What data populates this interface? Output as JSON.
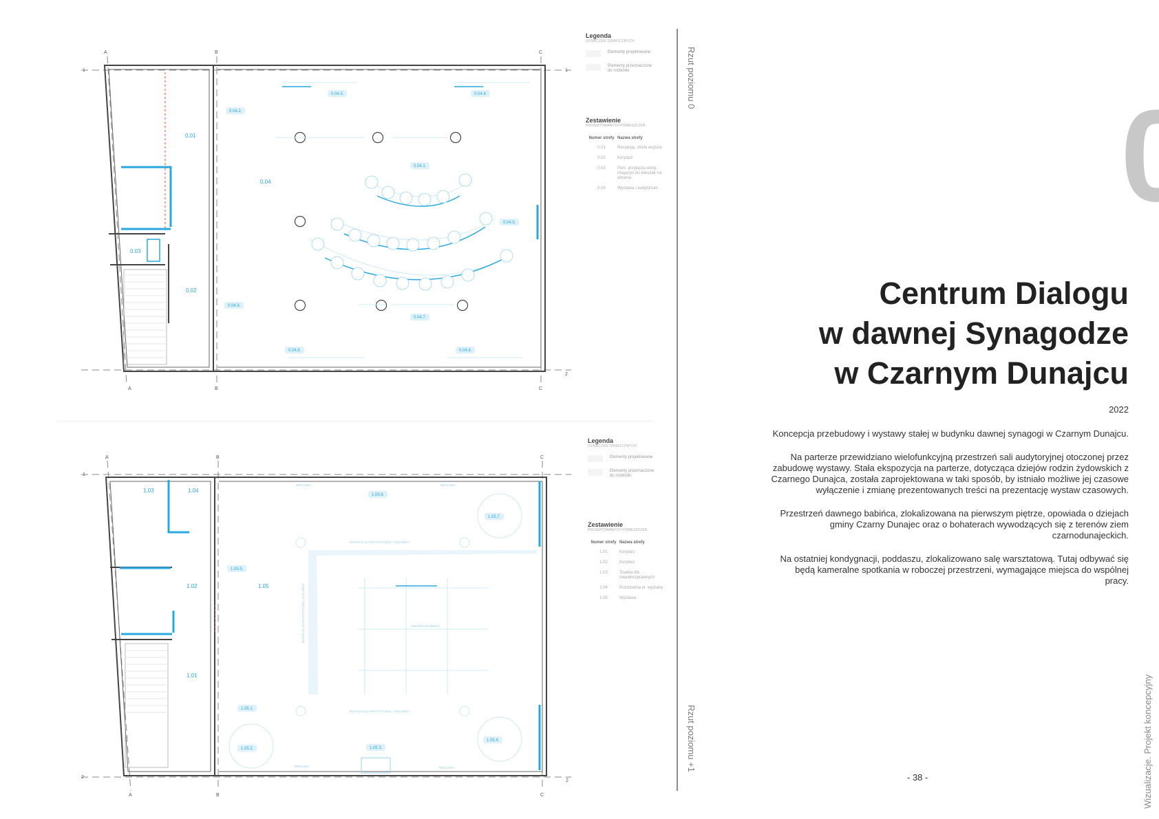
{
  "side_labels": {
    "level0": "Rzut poziomu 0",
    "level1": "Rzut poziomu +1",
    "footer": "Wizualizacje. Projekt koncepcyjny",
    "chapter": "0"
  },
  "title": {
    "line1": "Centrum Dialogu",
    "line2": "w dawnej Synagodze",
    "line3": "w Czarnym Dunajcu"
  },
  "year": "2022",
  "paragraphs": [
    "Koncepcja przebudowy i wystawy stałej w budynku dawnej synagogi w Czarnym Dunajcu.",
    "Na parterze przewidziano wielofunkcyjną przestrzeń sali audytoryjnej otoczonej przez zabudowę wystawy. Stała ekspozycja na parterze, dotycząca dziejów rodzin żydowskich z Czarnego Dunajca, została zaprojektowana w taki sposób, by istniało możliwe jej czasowe wyłączenie i zmianę prezentowanych treści na prezentację wystaw czasowych.",
    "Przestrzeń dawnego babińca, zlokalizowana na pierwszym piętrze, opowiada o dziejach gminy Czarny Dunajec oraz o bohaterach wywodzących się z terenów ziem czarnodunajeckich.",
    "Na ostatniej kondygnacji, poddaszu, zlokalizowano salę warsztatową. Tutaj odbywać się będą kameralne spotkania w roboczej przestrzeni, wymagające miejsca do wspólnej pracy."
  ],
  "page_number": "- 38 -",
  "legend": {
    "heading": "Legenda",
    "subheading": "OZNACZEŃ GRAFICZNYCH",
    "item1": "Elementy projektowane",
    "item2": "Elementy przeznaczone do rozbiórki"
  },
  "schedule": {
    "heading": "Zestawienie",
    "subheading": "PROJEKTOWANYCH POMIESZCZEŃ",
    "col1": "Numer strefy",
    "col2": "Nazwa strefy",
    "level0_rows": [
      {
        "num": "0.01",
        "name": "Recepcja, strefa wejścia"
      },
      {
        "num": "0.02",
        "name": "Korytarz"
      },
      {
        "num": "0.03",
        "name": "Pom. przyłącza wody, magazyn do wieszak na ubrania"
      },
      {
        "num": "0.04",
        "name": "Wystawa / audytorium"
      }
    ],
    "level1_rows": [
      {
        "num": "1.01",
        "name": "Korytarz"
      },
      {
        "num": "1.02",
        "name": "Korytarz"
      },
      {
        "num": "1.03",
        "name": "Toaleta dla niepełnosprawnych"
      },
      {
        "num": "1.04",
        "name": "Rozdzielnia el. wystawy"
      },
      {
        "num": "1.05",
        "name": "Wystawa"
      }
    ]
  },
  "plan0": {
    "axes": [
      "A",
      "B",
      "C",
      "1",
      "2"
    ],
    "rooms": [
      "0.01",
      "0.02",
      "0.03",
      "0.04"
    ],
    "tags": [
      "0.04.1.",
      "0.04.2.",
      "0.04.3.",
      "0.04.4.",
      "0.04.5.",
      "0.04.6.",
      "0.04.7.",
      "0.04.8.",
      "0.04.9."
    ]
  },
  "plan1": {
    "axes": [
      "A",
      "B",
      "C",
      "1",
      "2"
    ],
    "rooms": [
      "1.01",
      "1.02",
      "1.03",
      "1.04",
      "1.05"
    ],
    "tags": [
      "1.05.1.",
      "1.05.2.",
      "1.05.3.",
      "1.05.4.",
      "1.05.5.",
      "1.05.6.",
      "1.05.7."
    ],
    "notes": [
      "INSTALACJA ARTYSTYCZNA - KOLUMNY",
      "INSTALACJA ARTYSTYCZNA - KOLUMNY",
      "INSTALACJA ARTYSTYCZNA - KOLUMNY",
      "DRABINY/NUMERY",
      "REKLAMA",
      "REKLAMA",
      "REKLAMA",
      "REKLAMA"
    ]
  },
  "colors": {
    "accent": "#29a8e0",
    "wall": "#444444",
    "demolition": "#e0533a"
  }
}
